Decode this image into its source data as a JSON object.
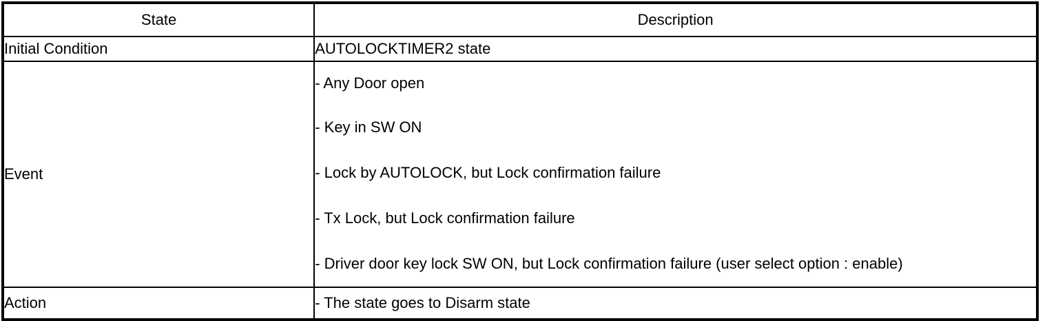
{
  "table": {
    "headers": {
      "state": "State",
      "description": "Description"
    },
    "rows": {
      "initial_condition": {
        "label": "Initial Condition",
        "description": "AUTOLOCKTIMER2 state"
      },
      "event": {
        "label": "Event",
        "items": [
          "- Any Door open",
          "- Key in SW ON",
          "- Lock by AUTOLOCK, but Lock confirmation failure",
          "- Tx Lock, but Lock confirmation failure",
          "- Driver door key lock SW ON, but Lock confirmation failure (user select option : enable)"
        ]
      },
      "action": {
        "label": "Action",
        "description": "- The state goes to Disarm state"
      }
    }
  },
  "colors": {
    "border": "#000000",
    "text": "#000000",
    "background": "#ffffff"
  }
}
